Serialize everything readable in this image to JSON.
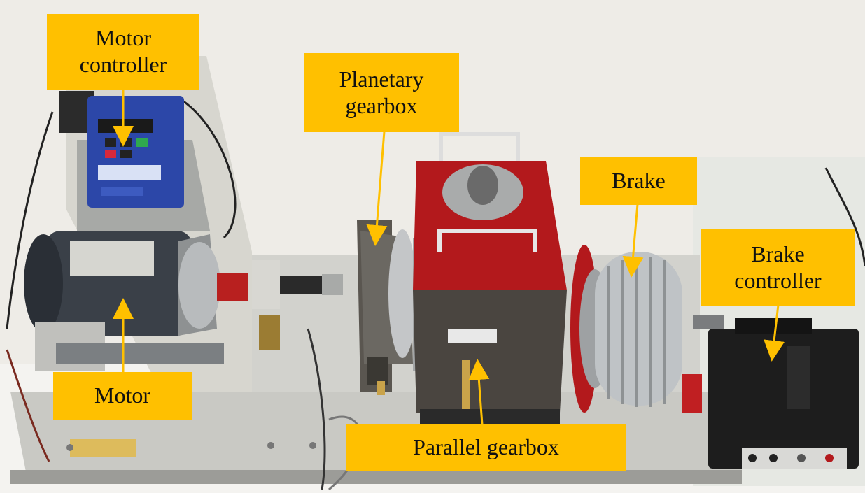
{
  "labels": {
    "motor_controller": {
      "line1": "Motor",
      "line2": "controller"
    },
    "planetary_gearbox": {
      "line1": "Planetary",
      "line2": "gearbox"
    },
    "brake": "Brake",
    "brake_controller": {
      "line1": "Brake",
      "line2": "controller"
    },
    "motor": "Motor",
    "parallel_gearbox": "Parallel gearbox"
  },
  "colors": {
    "label_fill": "#ffc000",
    "arrow": "#ffc000",
    "backdrop": "#eeece7",
    "bench": "#c9c9c4",
    "motor_body": "#3a4048",
    "controller_blue": "#2c47a8",
    "gearbox_red": "#b3191c",
    "brake_silver": "#bfc3c6"
  }
}
